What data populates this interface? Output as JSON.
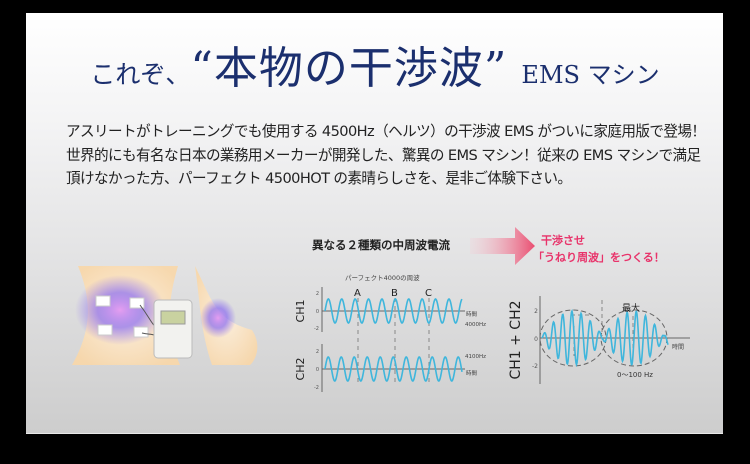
{
  "headline": {
    "prefix": "これぞ、",
    "main": "“本物の干渉波”",
    "suffix": "EMS マシン"
  },
  "description": "アスリートがトレーニングでも使用する 4500Hz（ヘルツ）の干渉波 EMS がついに家庭用版で登場！世界的にも有名な日本の業務用メーカーが開発した、驚異の EMS マシン！従来の EMS マシンで満足頂けなかった方、パーフェクト 4500HOT の素晴らしさを、是非ご体験下さい。",
  "diagram": {
    "input_caption": "異なる２種類の中周波電流",
    "result_line1": "干渉させ",
    "result_line2": "「うねり周波」をつくる！",
    "left_chart": {
      "subtitle": "パーフェクト4000の周波",
      "markers": [
        "A",
        "B",
        "C"
      ],
      "ch1_label": "CH1",
      "ch2_label": "CH2",
      "ch1_freq": "4000Hz",
      "ch2_freq": "4100Hz",
      "time_label": "時間",
      "ticks": [
        "2",
        "0",
        "-2"
      ]
    },
    "right_chart": {
      "ylabel": "CH1 + CH2",
      "max_label": "最大",
      "time_label": "時間",
      "beat_range": "0〜100 Hz",
      "ticks": [
        "2",
        "0",
        "-2"
      ]
    }
  },
  "colors": {
    "title": "#1b2f6e",
    "accent_pink": "#e8336a",
    "wave": "#3fb6dc",
    "background": "#000000"
  }
}
